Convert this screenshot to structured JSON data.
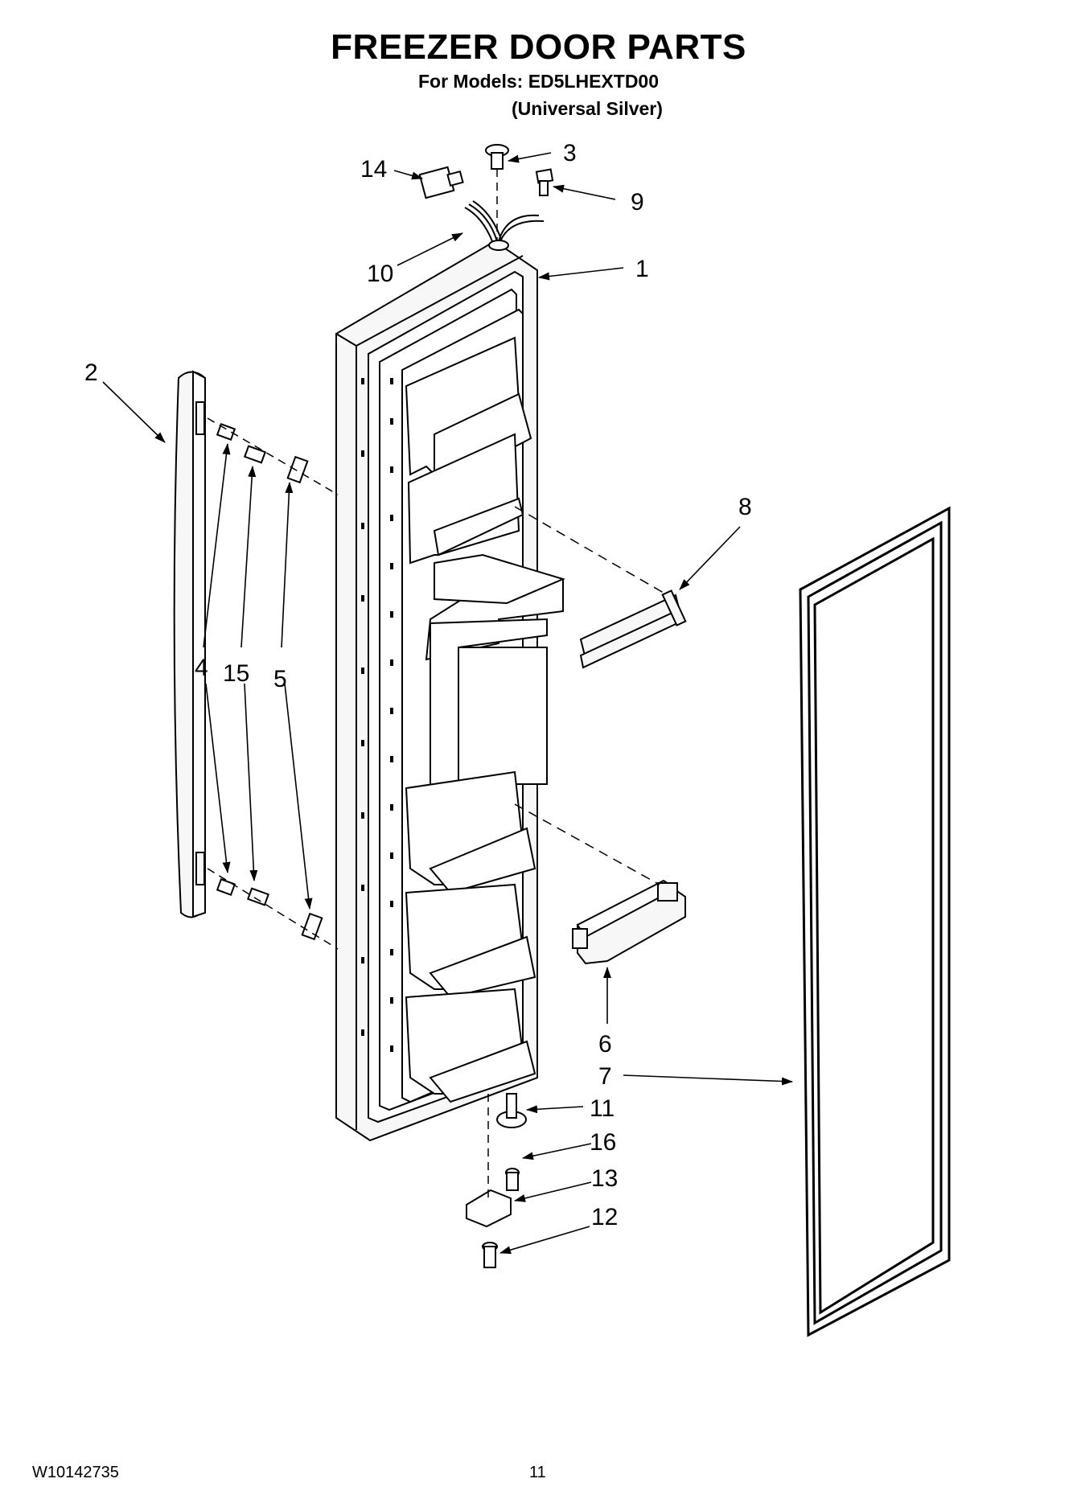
{
  "page": {
    "title": "FREEZER DOOR PARTS",
    "models_line": "For Models: ED5LHEXTD00",
    "variant": "(Universal Silver)",
    "doc_number": "W10142735",
    "page_number": "11"
  },
  "callouts": [
    {
      "id": "c1",
      "label": "1"
    },
    {
      "id": "c2",
      "label": "2"
    },
    {
      "id": "c3",
      "label": "3"
    },
    {
      "id": "c4",
      "label": "4"
    },
    {
      "id": "c5",
      "label": "5"
    },
    {
      "id": "c6",
      "label": "6"
    },
    {
      "id": "c7",
      "label": "7"
    },
    {
      "id": "c8",
      "label": "8"
    },
    {
      "id": "c9",
      "label": "9"
    },
    {
      "id": "c10",
      "label": "10"
    },
    {
      "id": "c11",
      "label": "11"
    },
    {
      "id": "c12",
      "label": "12"
    },
    {
      "id": "c13",
      "label": "13"
    },
    {
      "id": "c14",
      "label": "14"
    },
    {
      "id": "c15",
      "label": "15"
    },
    {
      "id": "c16",
      "label": "16"
    }
  ],
  "colors": {
    "ink": "#000000",
    "background": "#ffffff",
    "part_fill": "#f7f7f7"
  }
}
